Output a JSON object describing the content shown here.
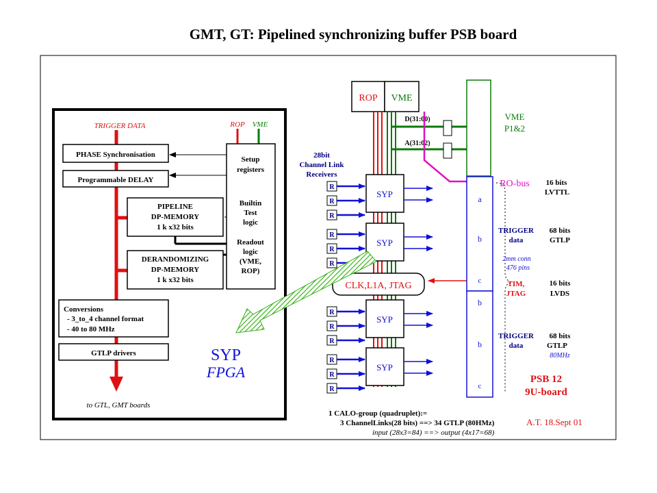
{
  "title": "GMT, GT:  Pipelined synchronizing buffer PSB board",
  "colors": {
    "red": "#e01010",
    "green": "#0a7a0a",
    "blue": "#1010d8",
    "magenta": "#e010c0",
    "hatch": "#39b21a"
  },
  "left_block": {
    "trigger_data": "TRIGGER DATA",
    "rop": "ROP",
    "vme": "VME",
    "phase_sync": "PHASE Synchronisation",
    "prog_delay": "Programmable DELAY",
    "pipeline": [
      "PIPELINE",
      "DP-MEMORY",
      "1 k x32 bits"
    ],
    "derandomizing": [
      "DERANDOMIZING",
      "DP-MEMORY",
      "1 k x32 bits"
    ],
    "setup": [
      "Setup",
      "registers"
    ],
    "builtin": [
      "Builtin",
      "Test",
      "logic"
    ],
    "readout": [
      "Readout",
      "logic",
      "(VME,",
      "ROP)"
    ],
    "conversions": [
      "Conversions",
      "- 3_to_4 channel format",
      "- 40 to 80 MHz"
    ],
    "gtlp_drivers": "GTLP drivers",
    "to_gtl": "to GTL, GMT boards"
  },
  "syp_fpga": [
    "SYP",
    "FPGA"
  ],
  "right_block": {
    "rop": "ROP",
    "vme": "VME",
    "d_bus": "D(31:00)",
    "a_bus": "A(31:02)",
    "vme_p": [
      "VME",
      "P1&2"
    ],
    "receivers": [
      "28bit",
      "Channel Link",
      "Receivers"
    ],
    "r_label": "R",
    "syp": "SYP",
    "clk": "CLK,L1A, JTAG",
    "conn_letters": [
      "a",
      "b",
      "c",
      "b",
      "b",
      "c"
    ],
    "rows": [
      {
        "name": "RO-bus",
        "bits": "16 bits",
        "std": "LVTTL"
      },
      {
        "name": [
          "TRIGGER",
          "data"
        ],
        "bits": "68 bits",
        "std": "GTLP"
      },
      {
        "name": [
          "TIM,",
          "JTAG"
        ],
        "bits": "16 bits",
        "std": "LVDS"
      },
      {
        "name": [
          "TRIGGER",
          "data"
        ],
        "bits": "68 bits",
        "std": "GTLP",
        "note": "80MHz"
      }
    ],
    "conn_note": [
      "2mm conn",
      "476 pins"
    ],
    "psb": [
      "PSB 12",
      "9U-board"
    ],
    "footer": [
      "1 CALO-group (quadruplet):=",
      "3 ChannelLinks(28 bits) ==> 34 GTLP (80HMz)",
      "input (28x3=84) ==> output (4x17=68)"
    ],
    "author": "A.T. 18.Sept 01"
  }
}
